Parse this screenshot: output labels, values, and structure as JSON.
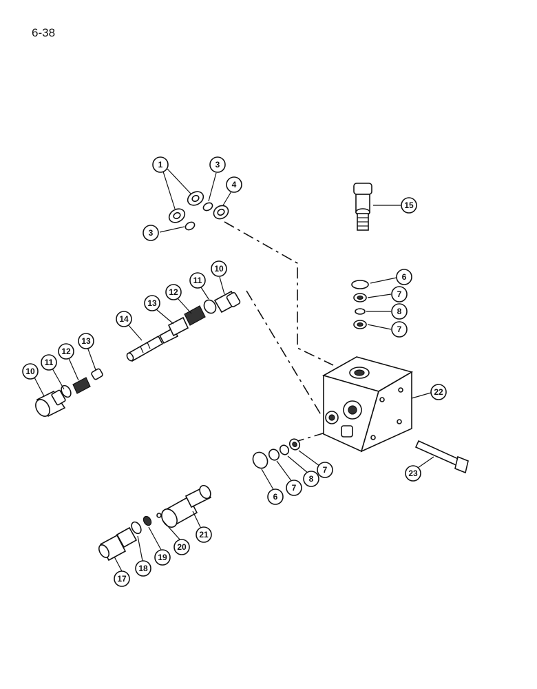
{
  "page": {
    "number": "6-38"
  },
  "callouts": {
    "c1": "1",
    "c3a": "3",
    "c3b": "3",
    "c4": "4",
    "c15": "15",
    "c6a": "6",
    "c7a": "7",
    "c8a": "8",
    "c7b": "7",
    "c10a": "10",
    "c11a": "11",
    "c12a": "12",
    "c13a": "13",
    "c14": "14",
    "c10b": "10",
    "c11b": "11",
    "c12b": "12",
    "c13b": "13",
    "c22": "22",
    "c23": "23",
    "c6b": "6",
    "c7c": "7",
    "c8b": "8",
    "c7d": "7",
    "c17": "17",
    "c18": "18",
    "c19": "19",
    "c20": "20",
    "c21": "21"
  }
}
